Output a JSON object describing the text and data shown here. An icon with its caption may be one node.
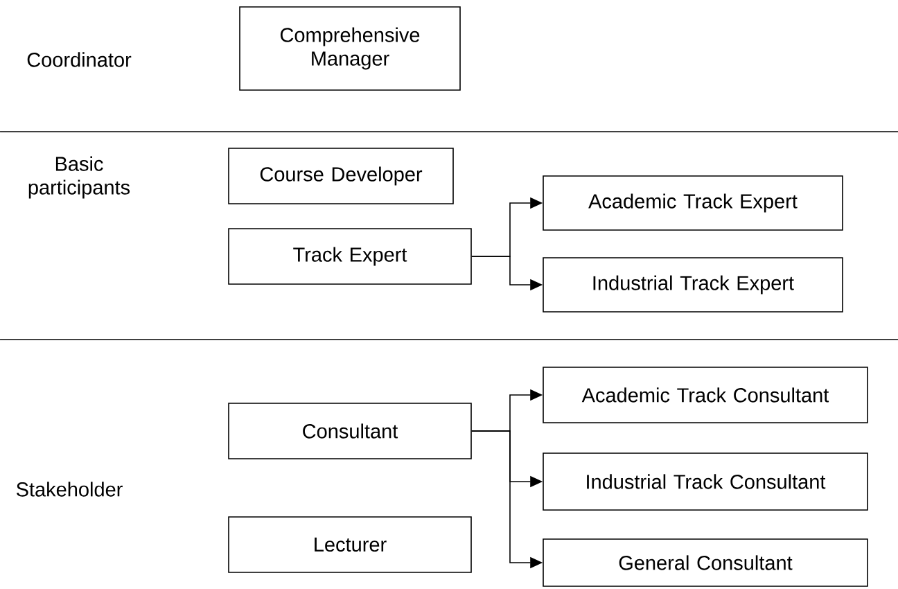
{
  "diagram": {
    "nodes": [
      {
        "text": [
          "Comprehensive Manager"
        ]
      },
      {
        "text": [
          "Course Developer"
        ]
      },
      {
        "text": [
          "Track Expert"
        ]
      },
      {
        "text": [
          "Academic Track Expert"
        ]
      },
      {
        "text": [
          "Industrial Track Expert"
        ]
      },
      {
        "text": [
          "Consultant"
        ]
      },
      {
        "text": [
          "Lecturer"
        ]
      },
      {
        "text": [
          "Academic Track Consultant"
        ]
      },
      {
        "text": [
          "Industrial Track Consultant"
        ]
      },
      {
        "text": [
          "General Consultant"
        ]
      }
    ],
    "edges": [
      {
        "from": 2,
        "to": 3,
        "arrow": "to"
      },
      {
        "from": 2,
        "to": 4,
        "arrow": "to"
      },
      {
        "from": 5,
        "to": 7,
        "arrow": "to"
      },
      {
        "from": 5,
        "to": 8,
        "arrow": "to"
      },
      {
        "from": 5,
        "to": 9,
        "arrow": "to"
      }
    ],
    "labels": [
      "Coordinator",
      "Basic participants",
      "Stakeholder"
    ]
  }
}
